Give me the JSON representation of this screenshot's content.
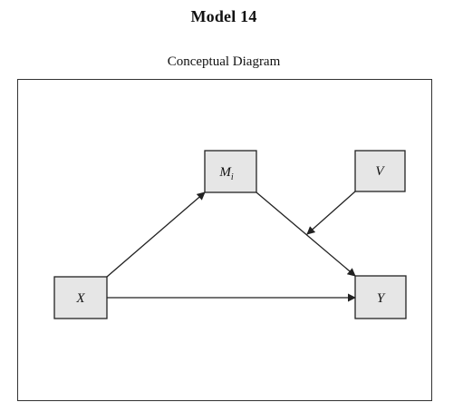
{
  "title": "Model 14",
  "subtitle": "Conceptual Diagram",
  "nodes": {
    "x": {
      "label": "X"
    },
    "m": {
      "label": "M",
      "subscript": "i"
    },
    "v": {
      "label": "V"
    },
    "y": {
      "label": "Y"
    }
  },
  "edges": [
    {
      "from": "X",
      "to": "M"
    },
    {
      "from": "M",
      "to": "Y"
    },
    {
      "from": "X",
      "to": "Y"
    },
    {
      "from": "V",
      "to": "M-Y path"
    }
  ]
}
